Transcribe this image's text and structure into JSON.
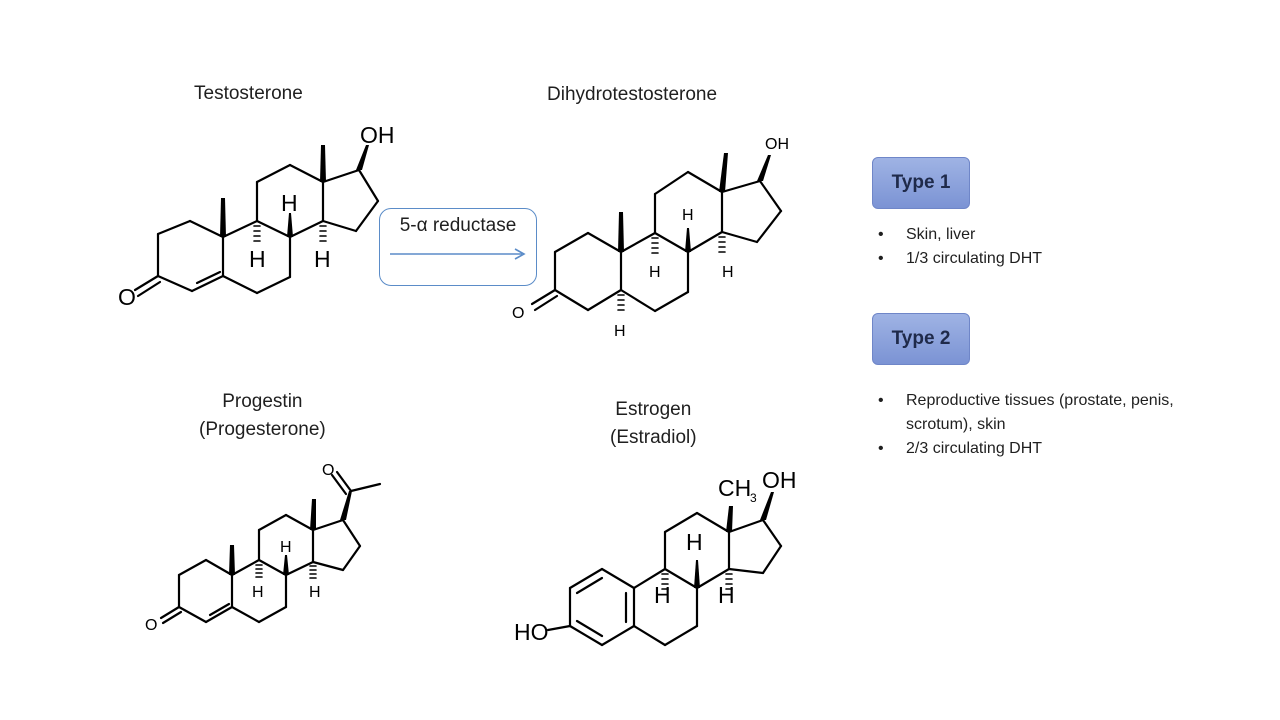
{
  "molecules": {
    "testosterone": {
      "name": "Testosterone",
      "oh": "OH",
      "o": "O",
      "h": "H"
    },
    "dht": {
      "name": "Dihydrotestosterone",
      "oh": "OH",
      "o": "O",
      "h": "H"
    },
    "progestin": {
      "name_line1": "Progestin",
      "name_line2": "(Progesterone)",
      "o": "O",
      "h": "H"
    },
    "estrogen": {
      "name_line1": "Estrogen",
      "name_line2": "(Estradiol)",
      "oh": "OH",
      "ho": "HO",
      "ch": "CH",
      "sub3": "3",
      "h": "H"
    }
  },
  "enzyme": {
    "label": "5-α reductase"
  },
  "types": [
    {
      "label": "Type 1",
      "bullets": [
        "Skin, liver",
        "1/3 circulating DHT"
      ]
    },
    {
      "label": "Type 2",
      "bullets": [
        "Reproductive tissues (prostate, penis, scrotum), skin",
        "2/3 circulating DHT"
      ]
    }
  ],
  "colors": {
    "arrow": "#5b8cc8",
    "box_border": "#5b8cc8",
    "button_fill": "#8ea3dc"
  }
}
